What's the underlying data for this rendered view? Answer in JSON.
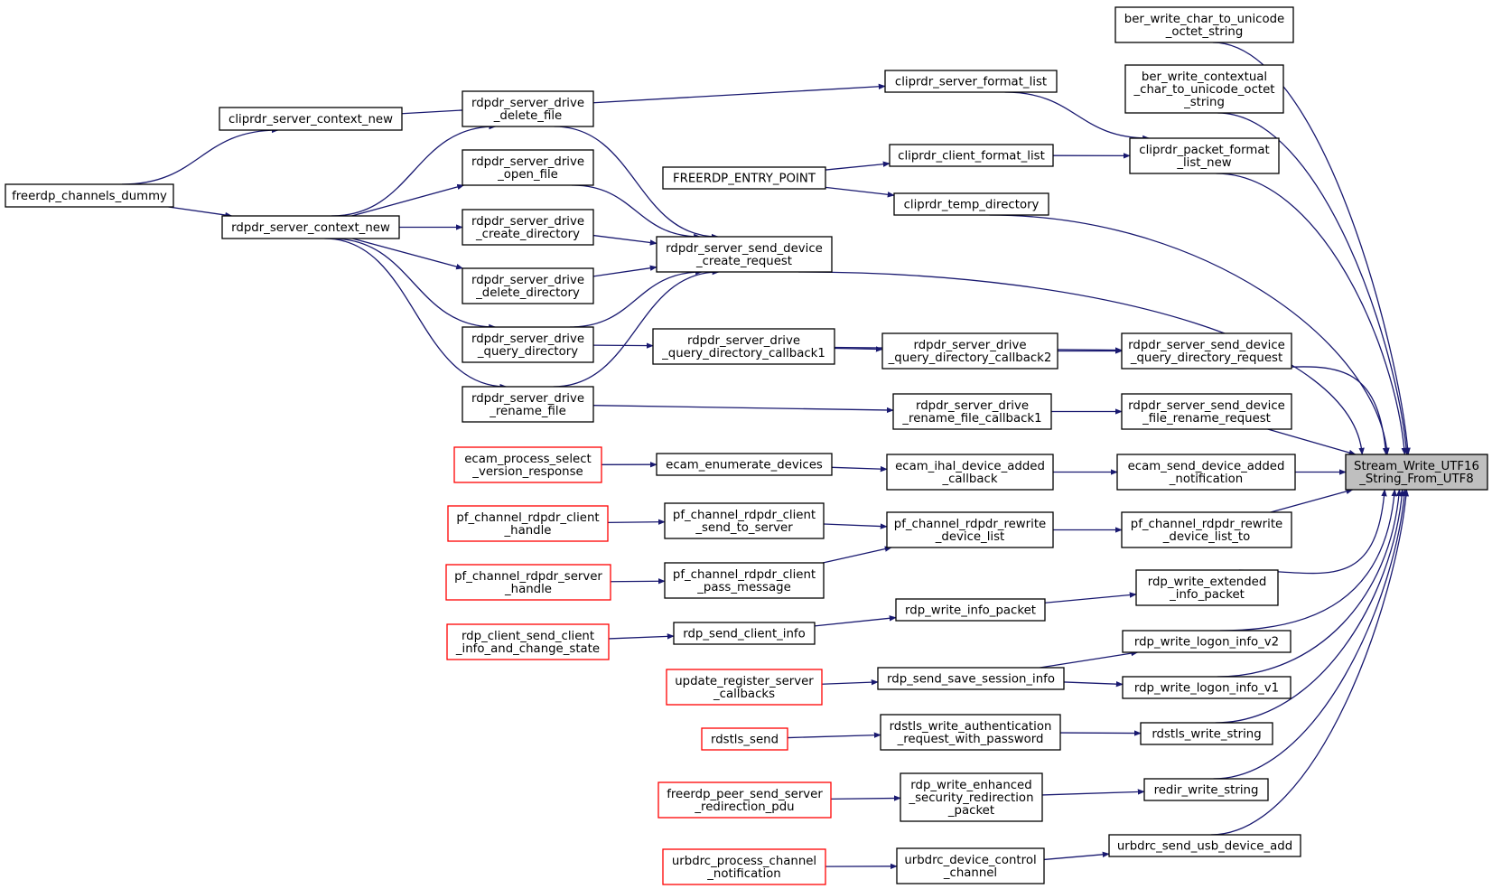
{
  "diagram": {
    "type": "caller-graph",
    "colors": {
      "edge": "#191970",
      "node_border": "#000000",
      "node_border_red": "#ff0000",
      "focus_fill": "#bfbfbf"
    },
    "nodes": {
      "freerdp_channels_dummy": [
        "freerdp_channels_dummy"
      ],
      "cliprdr_server_context_new": [
        "cliprdr_server_context_new"
      ],
      "rdpdr_server_context_new": [
        "rdpdr_server_context_new"
      ],
      "rdpdr_server_drive_delete_file": [
        "rdpdr_server_drive",
        "_delete_file"
      ],
      "rdpdr_server_drive_open_file": [
        "rdpdr_server_drive",
        "_open_file"
      ],
      "rdpdr_server_drive_create_directory": [
        "rdpdr_server_drive",
        "_create_directory"
      ],
      "rdpdr_server_drive_delete_directory": [
        "rdpdr_server_drive",
        "_delete_directory"
      ],
      "rdpdr_server_drive_query_directory": [
        "rdpdr_server_drive",
        "_query_directory"
      ],
      "rdpdr_server_drive_rename_file": [
        "rdpdr_server_drive",
        "_rename_file"
      ],
      "ecam_process_select_version_response": [
        "ecam_process_select",
        "_version_response"
      ],
      "pf_channel_rdpdr_client_handle": [
        "pf_channel_rdpdr_client",
        "_handle"
      ],
      "pf_channel_rdpdr_server_handle": [
        "pf_channel_rdpdr_server",
        "_handle"
      ],
      "rdp_client_send_client_info_and_change_state": [
        "rdp_client_send_client",
        "_info_and_change_state"
      ],
      "update_register_server_callbacks": [
        "update_register_server",
        "_callbacks"
      ],
      "rdstls_send": [
        "rdstls_send"
      ],
      "freerdp_peer_send_server_redirection_pdu": [
        "freerdp_peer_send_server",
        "_redirection_pdu"
      ],
      "urbdrc_process_channel_notification": [
        "urbdrc_process_channel",
        "_notification"
      ],
      "FREERDP_ENTRY_POINT": [
        "FREERDP_ENTRY_POINT"
      ],
      "rdpdr_server_send_device_create_request": [
        "rdpdr_server_send_device",
        "_create_request"
      ],
      "rdpdr_server_drive_query_directory_callback1": [
        "rdpdr_server_drive",
        "_query_directory_callback1"
      ],
      "ecam_enumerate_devices": [
        "ecam_enumerate_devices"
      ],
      "pf_channel_rdpdr_client_send_to_server": [
        "pf_channel_rdpdr_client",
        "_send_to_server"
      ],
      "pf_channel_rdpdr_client_pass_message": [
        "pf_channel_rdpdr_client",
        "_pass_message"
      ],
      "rdp_send_client_info": [
        "rdp_send_client_info"
      ],
      "cliprdr_server_format_list": [
        "cliprdr_server_format_list"
      ],
      "cliprdr_client_format_list": [
        "cliprdr_client_format_list"
      ],
      "cliprdr_temp_directory": [
        "cliprdr_temp_directory"
      ],
      "rdpdr_server_drive_query_directory_callback2": [
        "rdpdr_server_drive",
        "_query_directory_callback2"
      ],
      "rdpdr_server_drive_rename_file_callback1": [
        "rdpdr_server_drive",
        "_rename_file_callback1"
      ],
      "ecam_ihal_device_added_callback": [
        "ecam_ihal_device_added",
        "_callback"
      ],
      "pf_channel_rdpdr_rewrite_device_list": [
        "pf_channel_rdpdr_rewrite",
        "_device_list"
      ],
      "rdp_write_info_packet": [
        "rdp_write_info_packet"
      ],
      "rdp_send_save_session_info": [
        "rdp_send_save_session_info"
      ],
      "rdstls_write_authentication_request_with_password": [
        "rdstls_write_authentication",
        "_request_with_password"
      ],
      "rdp_write_enhanced_security_redirection_packet": [
        "rdp_write_enhanced",
        "_security_redirection",
        "_packet"
      ],
      "urbdrc_device_control_channel": [
        "urbdrc_device_control",
        "_channel"
      ],
      "ber_write_char_to_unicode_octet_string": [
        "ber_write_char_to_unicode",
        "_octet_string"
      ],
      "ber_write_contextual_char_to_unicode_octet_string": [
        "ber_write_contextual",
        "_char_to_unicode_octet",
        "_string"
      ],
      "cliprdr_packet_format_list_new": [
        "cliprdr_packet_format",
        "_list_new"
      ],
      "rdpdr_server_send_device_query_directory_request": [
        "rdpdr_server_send_device",
        "_query_directory_request"
      ],
      "rdpdr_server_send_device_file_rename_request": [
        "rdpdr_server_send_device",
        "_file_rename_request"
      ],
      "ecam_send_device_added_notification": [
        "ecam_send_device_added",
        "_notification"
      ],
      "pf_channel_rdpdr_rewrite_device_list_to": [
        "pf_channel_rdpdr_rewrite",
        "_device_list_to"
      ],
      "rdp_write_extended_info_packet": [
        "rdp_write_extended",
        "_info_packet"
      ],
      "rdp_write_logon_info_v2": [
        "rdp_write_logon_info_v2"
      ],
      "rdp_write_logon_info_v1": [
        "rdp_write_logon_info_v1"
      ],
      "rdstls_write_string": [
        "rdstls_write_string"
      ],
      "redir_write_string": [
        "redir_write_string"
      ],
      "urbdrc_send_usb_device_add": [
        "urbdrc_send_usb_device_add"
      ],
      "Stream_Write_UTF16_String_From_UTF8": [
        "Stream_Write_UTF16",
        "_String_From_UTF8"
      ]
    },
    "edges": [
      [
        "freerdp_channels_dummy",
        "cliprdr_server_context_new"
      ],
      [
        "freerdp_channels_dummy",
        "rdpdr_server_context_new"
      ],
      [
        "cliprdr_server_context_new",
        "cliprdr_server_format_list"
      ],
      [
        "rdpdr_server_context_new",
        "rdpdr_server_drive_delete_file"
      ],
      [
        "rdpdr_server_context_new",
        "rdpdr_server_drive_open_file"
      ],
      [
        "rdpdr_server_context_new",
        "rdpdr_server_drive_create_directory"
      ],
      [
        "rdpdr_server_context_new",
        "rdpdr_server_drive_delete_directory"
      ],
      [
        "rdpdr_server_context_new",
        "rdpdr_server_drive_query_directory"
      ],
      [
        "rdpdr_server_context_new",
        "rdpdr_server_drive_rename_file"
      ],
      [
        "rdpdr_server_drive_delete_file",
        "rdpdr_server_send_device_create_request"
      ],
      [
        "rdpdr_server_drive_open_file",
        "rdpdr_server_send_device_create_request"
      ],
      [
        "rdpdr_server_drive_create_directory",
        "rdpdr_server_send_device_create_request"
      ],
      [
        "rdpdr_server_drive_delete_directory",
        "rdpdr_server_send_device_create_request"
      ],
      [
        "rdpdr_server_drive_query_directory",
        "rdpdr_server_send_device_create_request"
      ],
      [
        "rdpdr_server_drive_rename_file",
        "rdpdr_server_send_device_create_request"
      ],
      [
        "rdpdr_server_drive_query_directory",
        "rdpdr_server_drive_query_directory_callback1"
      ],
      [
        "rdpdr_server_drive_rename_file",
        "rdpdr_server_drive_rename_file_callback1"
      ],
      [
        "ecam_process_select_version_response",
        "ecam_enumerate_devices"
      ],
      [
        "pf_channel_rdpdr_client_handle",
        "pf_channel_rdpdr_client_send_to_server"
      ],
      [
        "pf_channel_rdpdr_server_handle",
        "pf_channel_rdpdr_client_pass_message"
      ],
      [
        "rdp_client_send_client_info_and_change_state",
        "rdp_send_client_info"
      ],
      [
        "update_register_server_callbacks",
        "rdp_send_save_session_info"
      ],
      [
        "rdstls_send",
        "rdstls_write_authentication_request_with_password"
      ],
      [
        "freerdp_peer_send_server_redirection_pdu",
        "rdp_write_enhanced_security_redirection_packet"
      ],
      [
        "urbdrc_process_channel_notification",
        "urbdrc_device_control_channel"
      ],
      [
        "FREERDP_ENTRY_POINT",
        "cliprdr_client_format_list"
      ],
      [
        "FREERDP_ENTRY_POINT",
        "cliprdr_temp_directory"
      ],
      [
        "rdpdr_server_send_device_create_request",
        "Stream_Write_UTF16_String_From_UTF8"
      ],
      [
        "rdpdr_server_drive_query_directory_callback1",
        "rdpdr_server_drive_query_directory_callback2"
      ],
      [
        "rdpdr_server_drive_query_directory_callback1",
        "rdpdr_server_send_device_query_directory_request"
      ],
      [
        "ecam_enumerate_devices",
        "ecam_ihal_device_added_callback"
      ],
      [
        "pf_channel_rdpdr_client_send_to_server",
        "pf_channel_rdpdr_rewrite_device_list"
      ],
      [
        "pf_channel_rdpdr_client_pass_message",
        "pf_channel_rdpdr_rewrite_device_list"
      ],
      [
        "rdp_send_client_info",
        "rdp_write_info_packet"
      ],
      [
        "cliprdr_server_format_list",
        "cliprdr_packet_format_list_new"
      ],
      [
        "cliprdr_client_format_list",
        "cliprdr_packet_format_list_new"
      ],
      [
        "cliprdr_temp_directory",
        "Stream_Write_UTF16_String_From_UTF8"
      ],
      [
        "rdpdr_server_drive_query_directory_callback2",
        "rdpdr_server_send_device_query_directory_request"
      ],
      [
        "rdpdr_server_drive_rename_file_callback1",
        "rdpdr_server_send_device_file_rename_request"
      ],
      [
        "ecam_ihal_device_added_callback",
        "ecam_send_device_added_notification"
      ],
      [
        "pf_channel_rdpdr_rewrite_device_list",
        "pf_channel_rdpdr_rewrite_device_list_to"
      ],
      [
        "rdp_write_info_packet",
        "rdp_write_extended_info_packet"
      ],
      [
        "rdp_send_save_session_info",
        "rdp_write_logon_info_v2"
      ],
      [
        "rdp_send_save_session_info",
        "rdp_write_logon_info_v1"
      ],
      [
        "rdstls_write_authentication_request_with_password",
        "rdstls_write_string"
      ],
      [
        "rdp_write_enhanced_security_redirection_packet",
        "redir_write_string"
      ],
      [
        "urbdrc_device_control_channel",
        "urbdrc_send_usb_device_add"
      ],
      [
        "ber_write_char_to_unicode_octet_string",
        "Stream_Write_UTF16_String_From_UTF8"
      ],
      [
        "ber_write_contextual_char_to_unicode_octet_string",
        "Stream_Write_UTF16_String_From_UTF8"
      ],
      [
        "cliprdr_packet_format_list_new",
        "Stream_Write_UTF16_String_From_UTF8"
      ],
      [
        "rdpdr_server_send_device_query_directory_request",
        "Stream_Write_UTF16_String_From_UTF8"
      ],
      [
        "rdpdr_server_send_device_file_rename_request",
        "Stream_Write_UTF16_String_From_UTF8"
      ],
      [
        "ecam_send_device_added_notification",
        "Stream_Write_UTF16_String_From_UTF8"
      ],
      [
        "pf_channel_rdpdr_rewrite_device_list_to",
        "Stream_Write_UTF16_String_From_UTF8"
      ],
      [
        "rdp_write_extended_info_packet",
        "Stream_Write_UTF16_String_From_UTF8"
      ],
      [
        "rdp_write_logon_info_v2",
        "Stream_Write_UTF16_String_From_UTF8"
      ],
      [
        "rdp_write_logon_info_v1",
        "Stream_Write_UTF16_String_From_UTF8"
      ],
      [
        "rdstls_write_string",
        "Stream_Write_UTF16_String_From_UTF8"
      ],
      [
        "redir_write_string",
        "Stream_Write_UTF16_String_From_UTF8"
      ],
      [
        "urbdrc_send_usb_device_add",
        "Stream_Write_UTF16_String_From_UTF8"
      ]
    ]
  }
}
